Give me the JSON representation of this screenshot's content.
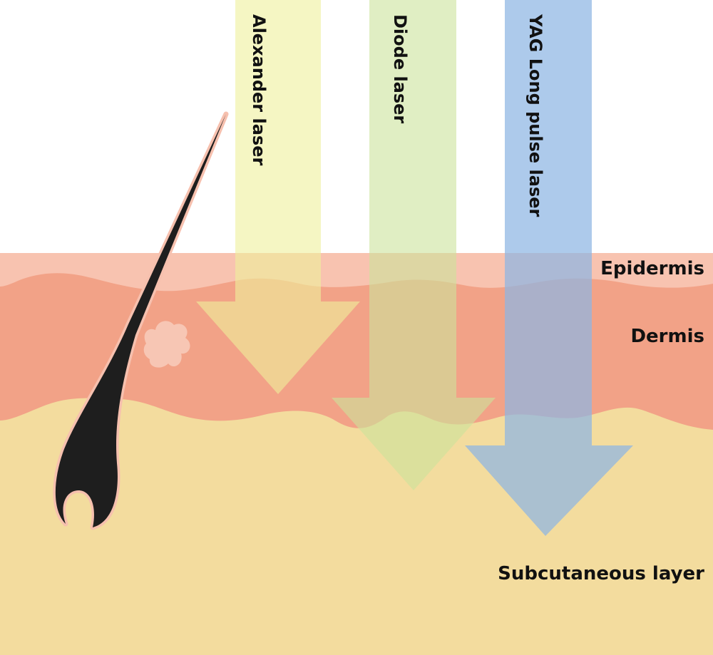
{
  "diagram": {
    "layers": {
      "epidermis": {
        "label": "Epidermis",
        "color": "#F8C3B0"
      },
      "dermis": {
        "label": "Dermis",
        "color": "#F2A287"
      },
      "subcutaneous": {
        "label": "Subcutaneous layer",
        "color": "#F3DC9E"
      }
    },
    "lasers": [
      {
        "label": "Alexander laser",
        "color": "#EEF09B"
      },
      {
        "label": "Diode laser",
        "color": "#CBE39B"
      },
      {
        "label": "YAG Long pulse laser",
        "color": "#8EB6E3"
      }
    ],
    "hair": {
      "color": "#1E1E1E",
      "outline_color": "#F6C0AE"
    },
    "gland": {
      "color": "#F7C6B4"
    }
  }
}
